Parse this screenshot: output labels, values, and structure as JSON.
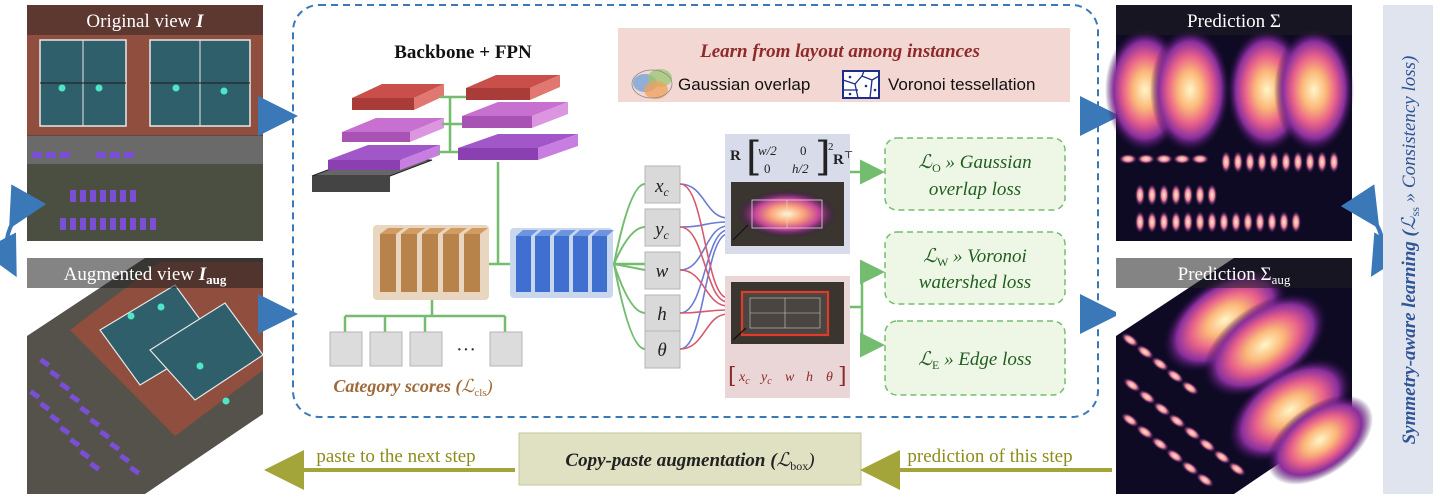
{
  "left": {
    "original_label": "Original view ",
    "original_symbol": "I",
    "augmented_label": "Augmented view ",
    "augmented_symbol": "I",
    "augmented_sub": "aug"
  },
  "center": {
    "backbone_title": "Backbone + FPN",
    "layout_title": "Learn from layout among instances",
    "gaussian_legend": "Gaussian overlap",
    "voronoi_legend": "Voronoi tessellation",
    "category_scores": "Category scores (",
    "category_loss_sym": "ℒ",
    "category_loss_sub": "cls",
    "category_close": ")",
    "ellipsis": "···"
  },
  "params": [
    {
      "sym": "x",
      "sub": "c"
    },
    {
      "sym": "y",
      "sub": "c"
    },
    {
      "sym": "w",
      "sub": ""
    },
    {
      "sym": "h",
      "sub": ""
    },
    {
      "sym": "θ",
      "sub": ""
    }
  ],
  "formula": {
    "bold_r": "R",
    "m11": "w/2",
    "m12": "0",
    "m21": "0",
    "m22": "h/2",
    "power": "2",
    "transpose": "⊤",
    "vector": [
      "x",
      "y",
      "w",
      "h",
      "θ"
    ],
    "vector_sub": "c"
  },
  "losses": [
    {
      "sym": "ℒ",
      "sub": "O",
      "line1": " » Gaussian",
      "line2": "overlap loss"
    },
    {
      "sym": "ℒ",
      "sub": "W",
      "line1": " » Voronoi",
      "line2": "watershed loss"
    },
    {
      "sym": "ℒ",
      "sub": "E",
      "line1": " » Edge loss",
      "line2": ""
    }
  ],
  "right": {
    "prediction_label": "Prediction Σ",
    "prediction_aug_label": "Prediction Σ",
    "prediction_aug_sub": "aug"
  },
  "side": {
    "text": "Symmetry-aware learning (",
    "loss_sym": "ℒ",
    "loss_sub": "ss",
    "loss_tail": " » Consistency loss)"
  },
  "bottom": {
    "left_text": "paste to the next step",
    "center_text": "Copy-paste augmentation (",
    "center_sym": "ℒ",
    "center_sub": "box",
    "center_close": ")",
    "right_text": "prediction of this step"
  },
  "colors": {
    "blue_arrow": "#3a78b7",
    "olive": "#a3a53a",
    "green": "#74bd6f",
    "brown_text": "#a0693a",
    "dark_red_text": "#8e2a2a",
    "loss_text": "#1f5e1f",
    "side_text": "#2f5597"
  }
}
